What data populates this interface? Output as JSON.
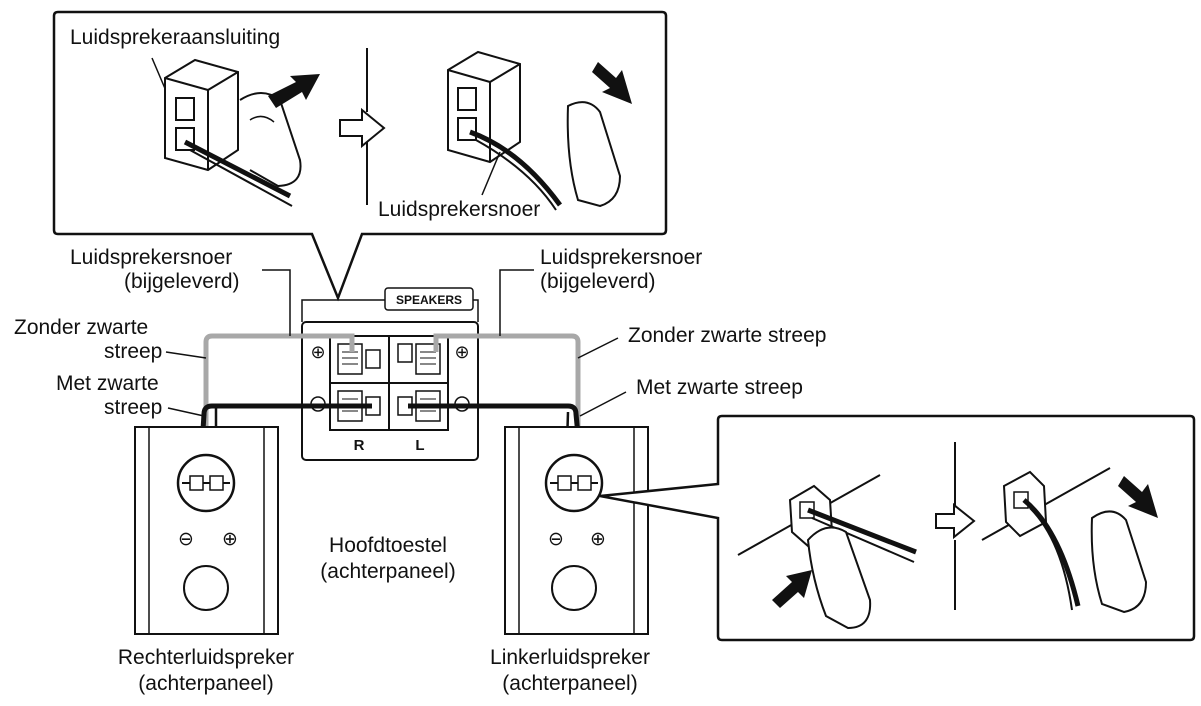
{
  "labels": {
    "top_callout_terminal": "Luidsprekeraansluiting",
    "top_callout_cord": "Luidsprekersnoer",
    "left_cord_line1": "Luidsprekersnoer",
    "left_cord_line2": "(bijgeleverd)",
    "right_cord_line1": "Luidsprekersnoer",
    "right_cord_line2": "(bijgeleverd)",
    "left_no_stripe_line1": "Zonder zwarte",
    "left_no_stripe_line2": "streep",
    "left_stripe_line1": "Met zwarte",
    "left_stripe_line2": "streep",
    "right_no_stripe": "Zonder zwarte streep",
    "right_stripe": "Met zwarte streep",
    "speakers_badge": "SPEAKERS",
    "channel_r": "R",
    "channel_l": "L",
    "main_unit_line1": "Hoofdtoestel",
    "main_unit_line2": "(achterpaneel)",
    "right_speaker_line1": "Rechterluidspreker",
    "right_speaker_line2": "(achterpaneel)",
    "left_speaker_line1": "Linkerluidspreker",
    "left_speaker_line2": "(achterpaneel)",
    "plus_symbol": "⊕",
    "minus_symbol": "⊖"
  },
  "colors": {
    "ink": "#111111",
    "gray_wire": "#a8a8a8",
    "black_wire": "#111111",
    "panel_fill": "#ffffff"
  }
}
